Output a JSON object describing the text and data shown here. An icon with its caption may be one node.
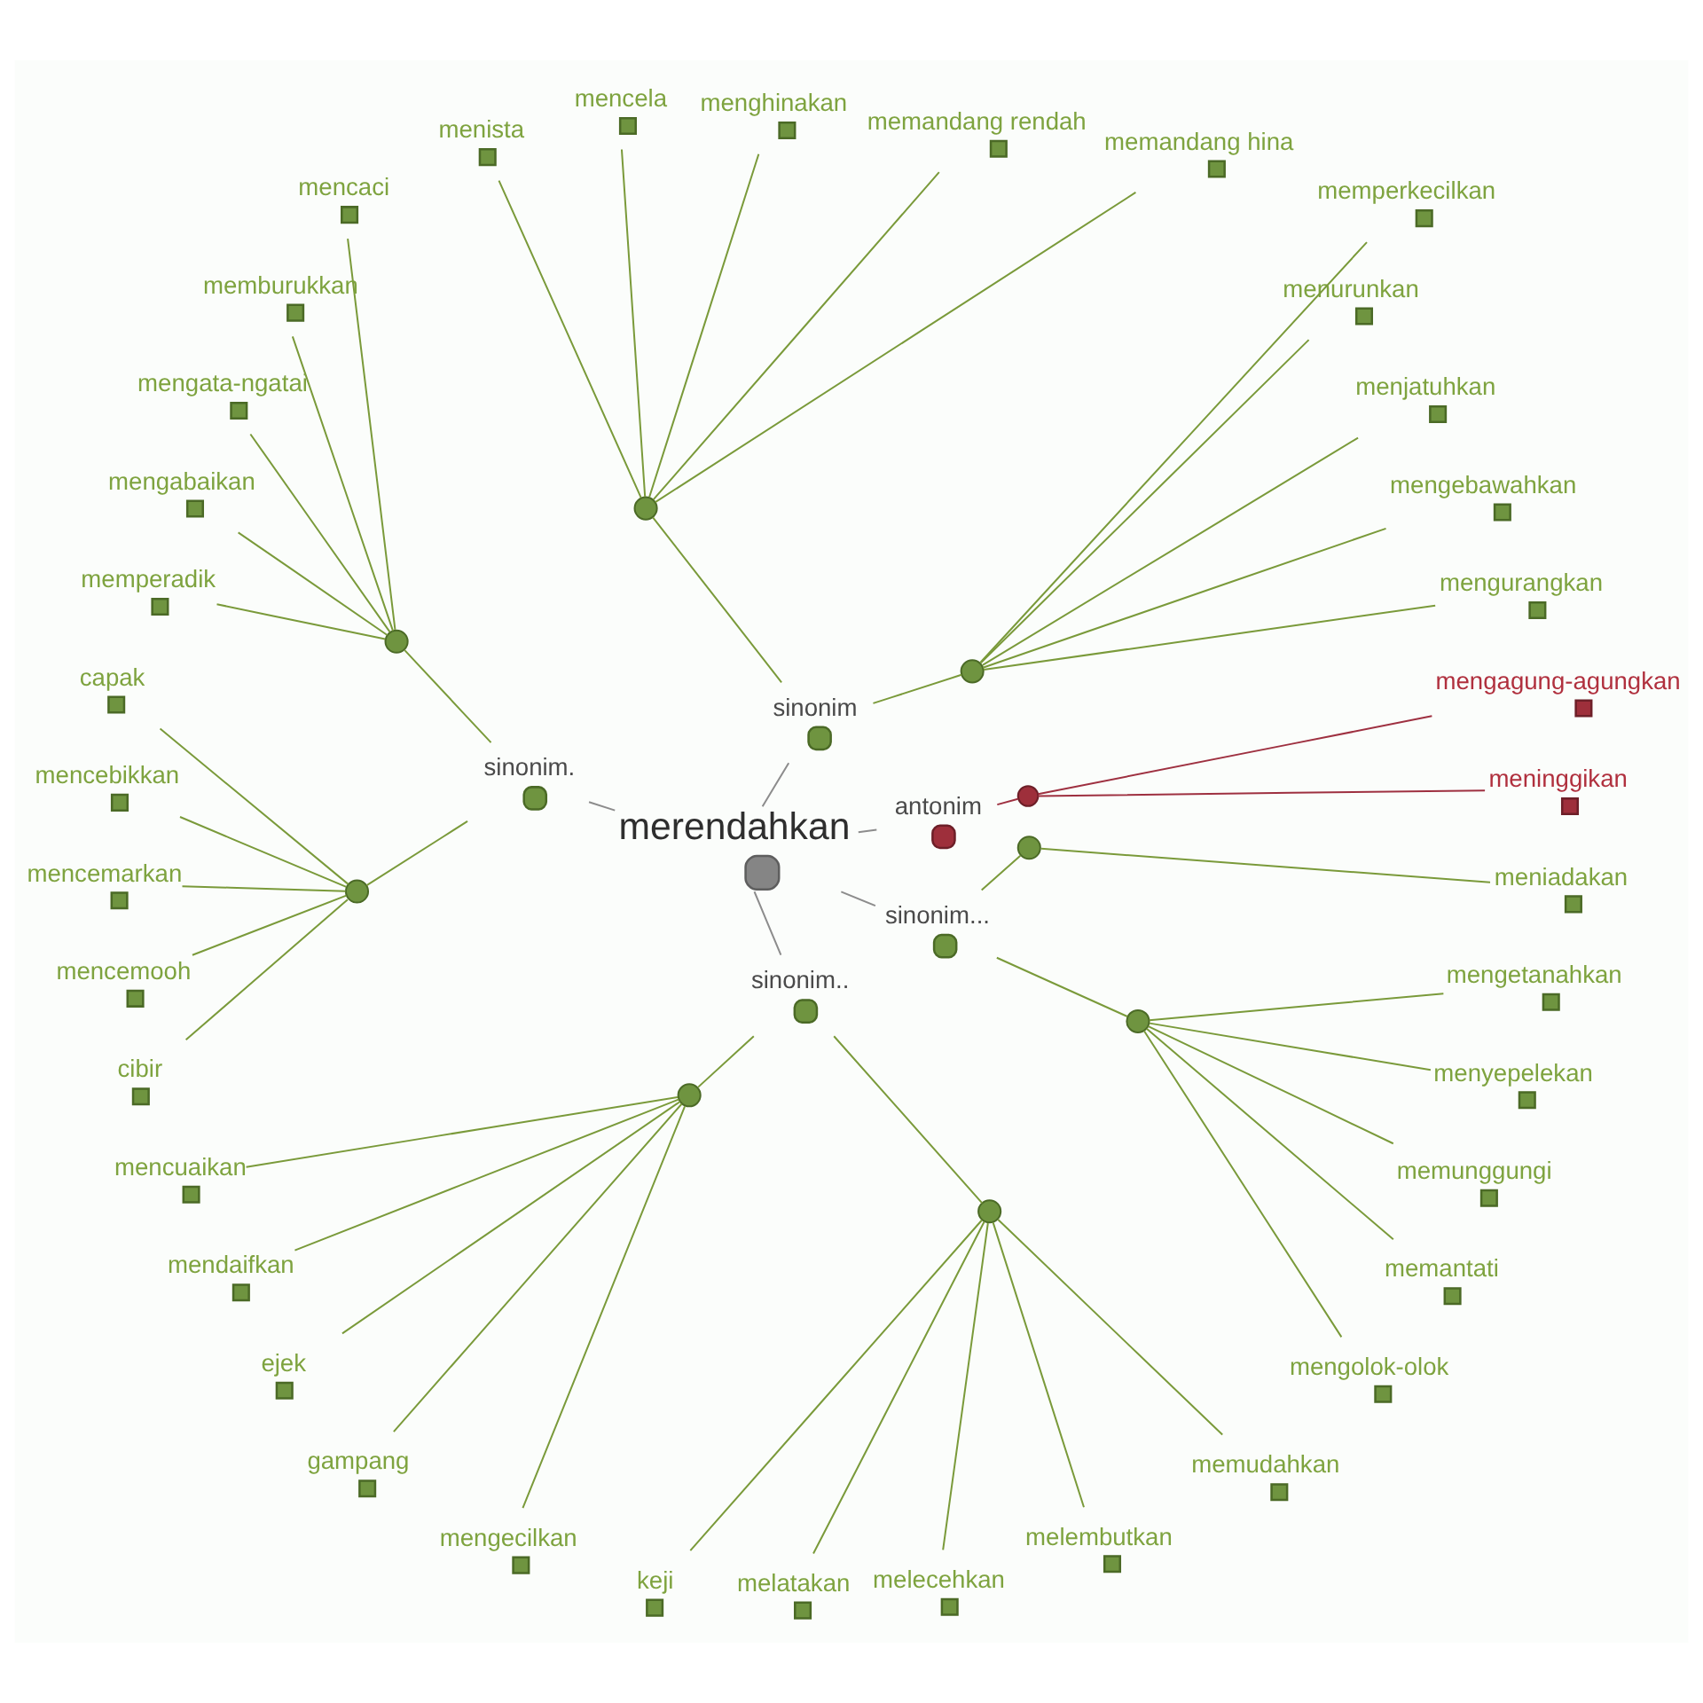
{
  "diagram": {
    "nodes": [
      {
        "text": [
          "mencela"
        ]
      },
      {
        "text": [
          "menghinakan"
        ]
      },
      {
        "text": [
          "memandang rendah"
        ]
      },
      {
        "text": [
          "menista"
        ]
      },
      {
        "text": [
          "memandang hina"
        ]
      },
      {
        "text": [
          "mengata-ngatai"
        ]
      },
      {
        "text": [
          "memburukkan"
        ]
      },
      {
        "text": [
          "mengabaikan"
        ]
      },
      {
        "text": [
          "mencaci"
        ]
      },
      {
        "text": [],
        "shape": "circle"
      },
      {
        "text": [
          "memperkecilkan"
        ]
      },
      {
        "text": [
          "menurunkan"
        ]
      },
      {
        "text": [
          "memperadik"
        ]
      },
      {
        "text": [
          "capak"
        ]
      },
      {
        "text": [
          "mencebikkan"
        ]
      },
      {
        "text": [
          "menjatuhkan"
        ]
      },
      {
        "text": [],
        "shape": "circle"
      },
      {
        "text": [
          "mencemarkan"
        ]
      },
      {
        "text": [
          "mengebawahkan"
        ]
      },
      {
        "text": [],
        "shape": "circle"
      },
      {
        "text": [],
        "shape": "circle"
      },
      {
        "text": [
          "mencemooh"
        ]
      },
      {
        "text": [
          "sinonim"
        ]
      },
      {
        "text": [
          "mengurangkan"
        ]
      },
      {
        "text": [
          "cibir"
        ]
      },
      {
        "text": [
          "sinonim."
        ]
      },
      {
        "text": [
          "mencuaikan"
        ]
      },
      {
        "text": [
          "mendaifkan"
        ]
      },
      {
        "text": [
          "merendahkan"
        ]
      },
      {
        "text": [
          "antonim"
        ]
      },
      {
        "text": [
          "meninggikan"
        ]
      },
      {
        "text": [],
        "shape": "circle"
      },
      {
        "text": [
          "ejek"
        ]
      },
      {
        "text": [],
        "shape": "circle"
      },
      {
        "text": [
          "gampang"
        ]
      },
      {
        "text": [
          "sinonim.."
        ]
      },
      {
        "text": [
          "mengagung-agungkan"
        ]
      },
      {
        "text": [
          "mengecilkan"
        ]
      },
      {
        "text": [
          "sinonim..."
        ]
      },
      {
        "text": [],
        "shape": "circle"
      },
      {
        "text": [
          "keji"
        ]
      },
      {
        "text": [
          "melatakan"
        ]
      },
      {
        "text": [],
        "shape": "circle"
      },
      {
        "text": [],
        "shape": "circle"
      },
      {
        "text": [
          "melecehkan"
        ]
      },
      {
        "text": [
          "mengolok-olok"
        ]
      },
      {
        "text": [
          "melembutkan"
        ]
      },
      {
        "text": [
          "memudahkan"
        ]
      },
      {
        "text": [
          "memantati"
        ]
      },
      {
        "text": [
          "memunggungi"
        ]
      },
      {
        "text": [
          "menyepelekan"
        ]
      },
      {
        "text": [
          "mengetanahkan"
        ]
      },
      {
        "text": [
          "meniadakan"
        ]
      }
    ],
    "edges": [
      {
        "from": 28,
        "to": 29,
        "arrow": "none",
        "color": "#8c8c8c"
      },
      {
        "from": 28,
        "to": 22,
        "arrow": "none",
        "color": "#8c8c8c"
      },
      {
        "from": 28,
        "to": 25,
        "arrow": "none",
        "color": "#8c8c8c"
      },
      {
        "from": 28,
        "to": 35,
        "arrow": "none",
        "color": "#8c8c8c"
      },
      {
        "from": 28,
        "to": 38,
        "arrow": "none",
        "color": "#8c8c8c"
      },
      {
        "from": 29,
        "to": 31,
        "arrow": "none",
        "color": "#9e3040"
      },
      {
        "from": 31,
        "to": 30,
        "arrow": "none",
        "color": "#9e3040"
      },
      {
        "from": 31,
        "to": 36,
        "arrow": "none",
        "color": "#9e3040"
      },
      {
        "from": 22,
        "to": 19,
        "arrow": "none"
      },
      {
        "from": 22,
        "to": 9,
        "arrow": "none"
      },
      {
        "from": 19,
        "to": 23,
        "arrow": "none"
      },
      {
        "from": 19,
        "to": 18,
        "arrow": "none"
      },
      {
        "from": 19,
        "to": 15,
        "arrow": "none"
      },
      {
        "from": 19,
        "to": 11,
        "arrow": "none"
      },
      {
        "from": 19,
        "to": 10,
        "arrow": "none"
      },
      {
        "from": 9,
        "to": 4,
        "arrow": "none"
      },
      {
        "from": 9,
        "to": 2,
        "arrow": "none"
      },
      {
        "from": 9,
        "to": 1,
        "arrow": "none"
      },
      {
        "from": 9,
        "to": 0,
        "arrow": "none"
      },
      {
        "from": 9,
        "to": 3,
        "arrow": "none"
      },
      {
        "from": 25,
        "to": 16,
        "arrow": "none"
      },
      {
        "from": 25,
        "to": 20,
        "arrow": "none"
      },
      {
        "from": 16,
        "to": 8,
        "arrow": "none"
      },
      {
        "from": 16,
        "to": 6,
        "arrow": "none"
      },
      {
        "from": 16,
        "to": 5,
        "arrow": "none"
      },
      {
        "from": 16,
        "to": 7,
        "arrow": "none"
      },
      {
        "from": 16,
        "to": 12,
        "arrow": "none"
      },
      {
        "from": 20,
        "to": 13,
        "arrow": "none"
      },
      {
        "from": 20,
        "to": 14,
        "arrow": "none"
      },
      {
        "from": 20,
        "to": 17,
        "arrow": "none"
      },
      {
        "from": 20,
        "to": 21,
        "arrow": "none"
      },
      {
        "from": 20,
        "to": 24,
        "arrow": "none"
      },
      {
        "from": 35,
        "to": 33,
        "arrow": "none"
      },
      {
        "from": 35,
        "to": 39,
        "arrow": "none"
      },
      {
        "from": 33,
        "to": 26,
        "arrow": "none"
      },
      {
        "from": 33,
        "to": 27,
        "arrow": "none"
      },
      {
        "from": 33,
        "to": 32,
        "arrow": "none"
      },
      {
        "from": 33,
        "to": 34,
        "arrow": "none"
      },
      {
        "from": 33,
        "to": 37,
        "arrow": "none"
      },
      {
        "from": 39,
        "to": 40,
        "arrow": "none"
      },
      {
        "from": 39,
        "to": 41,
        "arrow": "none"
      },
      {
        "from": 39,
        "to": 44,
        "arrow": "none"
      },
      {
        "from": 39,
        "to": 46,
        "arrow": "none"
      },
      {
        "from": 39,
        "to": 47,
        "arrow": "none"
      },
      {
        "from": 38,
        "to": 43,
        "arrow": "none"
      },
      {
        "from": 38,
        "to": 42,
        "arrow": "none"
      },
      {
        "from": 43,
        "to": 45,
        "arrow": "none"
      },
      {
        "from": 43,
        "to": 48,
        "arrow": "none"
      },
      {
        "from": 43,
        "to": 49,
        "arrow": "none"
      },
      {
        "from": 43,
        "to": 50,
        "arrow": "none"
      },
      {
        "from": 43,
        "to": 51,
        "arrow": "none"
      },
      {
        "from": 42,
        "to": 52,
        "arrow": "none"
      }
    ]
  }
}
